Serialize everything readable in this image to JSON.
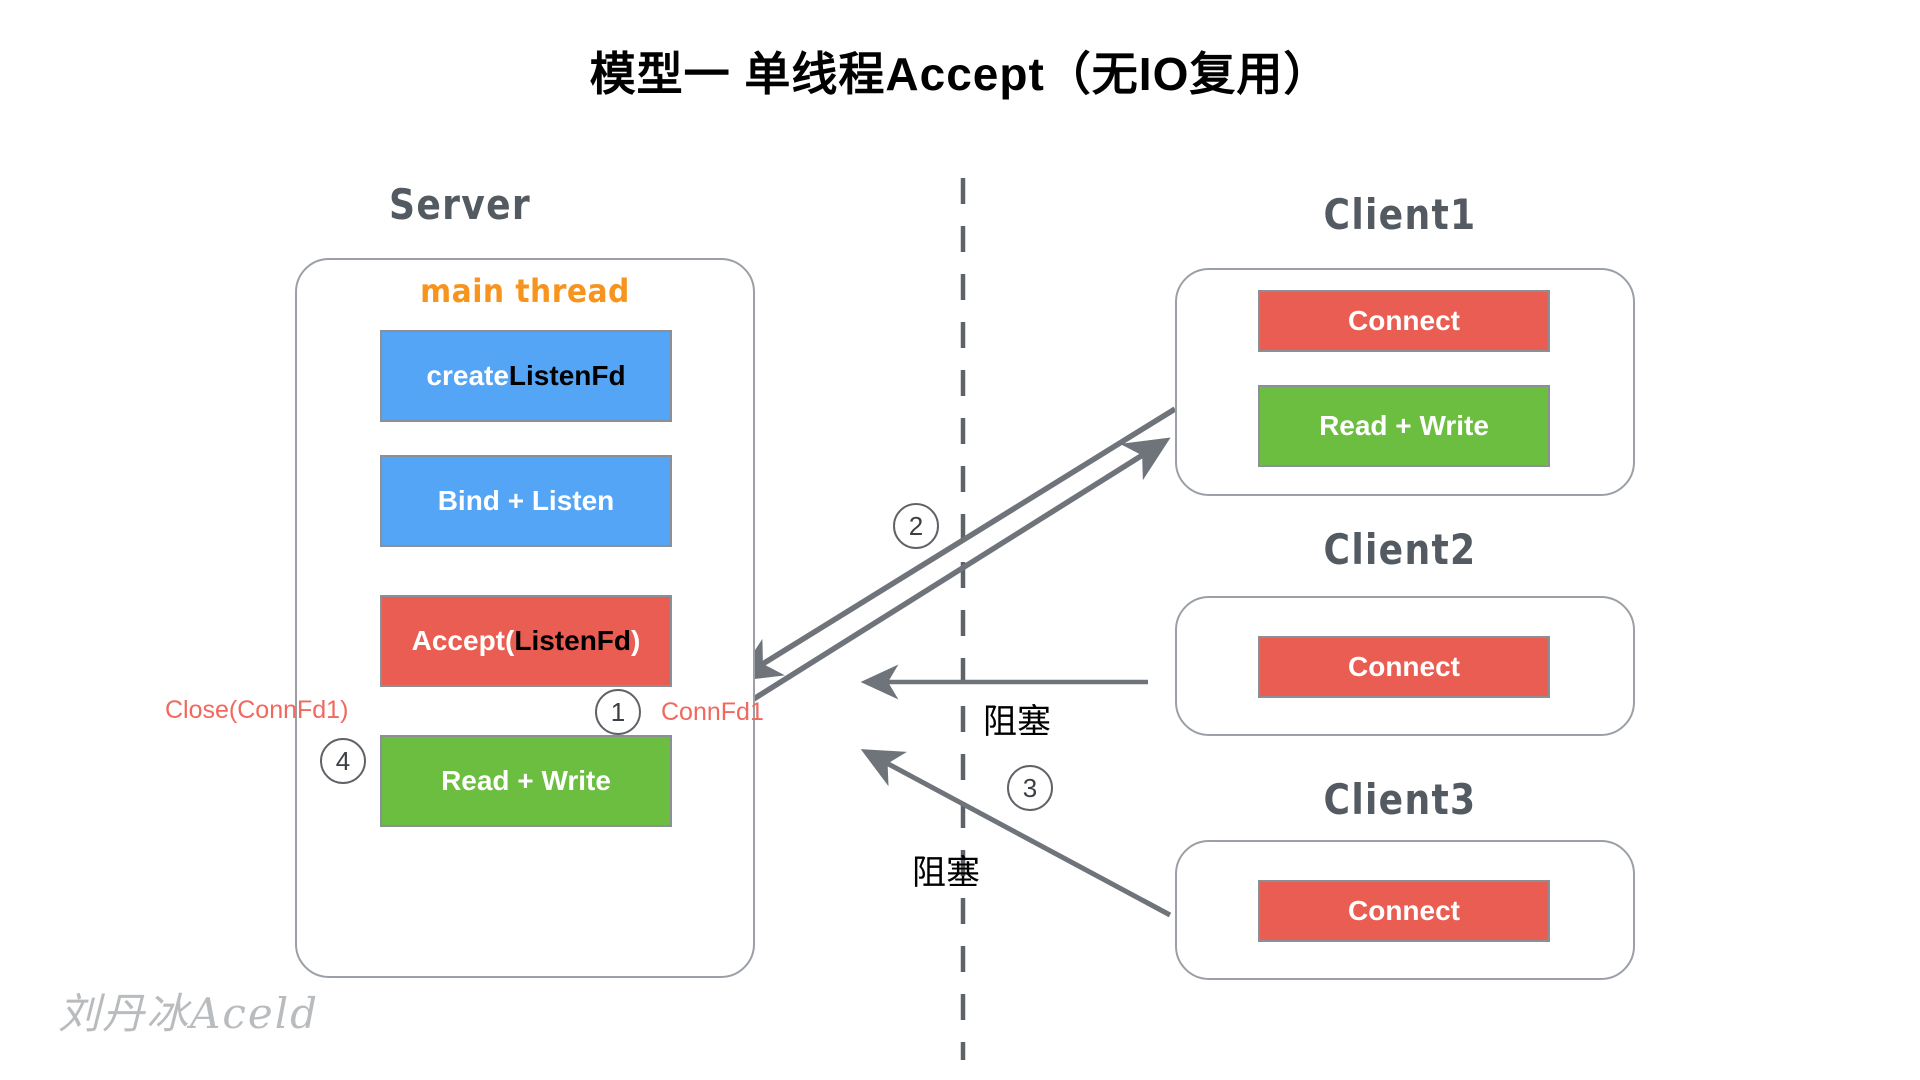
{
  "title": {
    "accent": "模型一",
    "rest": " 单线程Accept（无IO复用）"
  },
  "watermark": "刘丹冰Aceld",
  "server": {
    "caption": "Server",
    "thread_label": "main thread",
    "steps": [
      {
        "text_white": "create ",
        "text_black": "ListenFd",
        "text_tail": "",
        "color": "#54a5f5"
      },
      {
        "text_white": "Bind + Listen",
        "text_black": "",
        "text_tail": "",
        "color": "#54a5f5"
      },
      {
        "text_white": "Accept(",
        "text_black": "ListenFd",
        "text_tail": ")",
        "color": "#e95d52"
      },
      {
        "text_white": "Read + Write",
        "text_black": "",
        "text_tail": "",
        "color": "#6cbe40"
      }
    ],
    "close_label": "Close(ConnFd1)",
    "connfd_label": "ConnFd1"
  },
  "clients": [
    {
      "caption": "Client1",
      "boxes": [
        {
          "label": "Connect",
          "color": "#e95d52"
        },
        {
          "label": "Read + Write",
          "color": "#6cbe40"
        }
      ]
    },
    {
      "caption": "Client2",
      "boxes": [
        {
          "label": "Connect",
          "color": "#e95d52"
        }
      ]
    },
    {
      "caption": "Client3",
      "boxes": [
        {
          "label": "Connect",
          "color": "#e95d52"
        }
      ]
    }
  ],
  "steps_numbers": [
    "1",
    "2",
    "3",
    "4"
  ],
  "blocked_labels": [
    "阻塞",
    "阻塞"
  ],
  "colors": {
    "blue": "#54a5f5",
    "red": "#e95d52",
    "green": "#6cbe40",
    "orange": "#f7941e",
    "caption_gray": "#545a61",
    "border_gray": "#9aa0a6",
    "arrow_gray": "#6e7479",
    "arrow_dark": "#3d241f",
    "accent_red": "#ec6a5e"
  }
}
